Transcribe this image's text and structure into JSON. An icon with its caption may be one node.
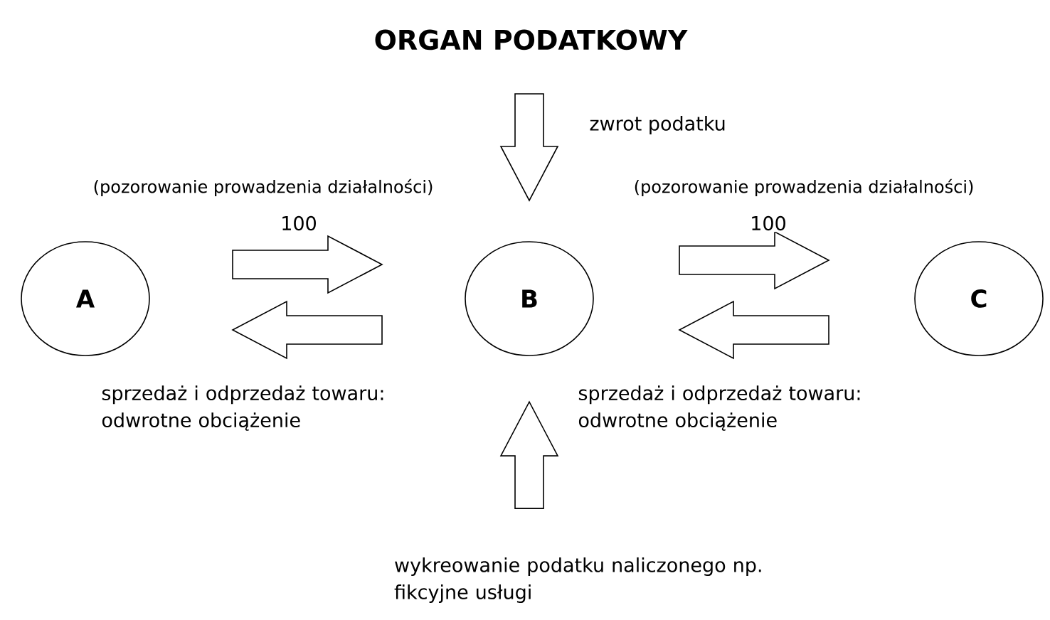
{
  "diagram": {
    "nodes": [
      {
        "text": [
          "ORGAN PODATKOWY"
        ]
      },
      {
        "text": [
          "A"
        ]
      },
      {
        "text": [
          "B"
        ]
      },
      {
        "text": [
          "C"
        ]
      },
      {
        "text": [
          "wykreowanie podatku naliczonego np. fikcyjne usługi"
        ]
      }
    ],
    "edges": [
      {
        "from": 0,
        "to": 2,
        "arrow": "to",
        "label": "zwrot podatku"
      },
      {
        "from": 1,
        "to": 2,
        "arrow": "to",
        "label": "100"
      },
      {
        "from": 2,
        "to": 1,
        "arrow": "to"
      },
      {
        "from": 2,
        "to": 3,
        "arrow": "to",
        "label": "100"
      },
      {
        "from": 3,
        "to": 2,
        "arrow": "to"
      },
      {
        "from": 4,
        "to": 2,
        "arrow": "to"
      }
    ],
    "labels": [
      "(pozorowanie prowadzenia działalności)",
      "(pozorowanie prowadzenia działalności)",
      "sprzedaż i odprzedaż towaru: odwrotne obciążenie",
      "sprzedaż i odprzedaż towaru: odwrotne obciążenie"
    ]
  }
}
